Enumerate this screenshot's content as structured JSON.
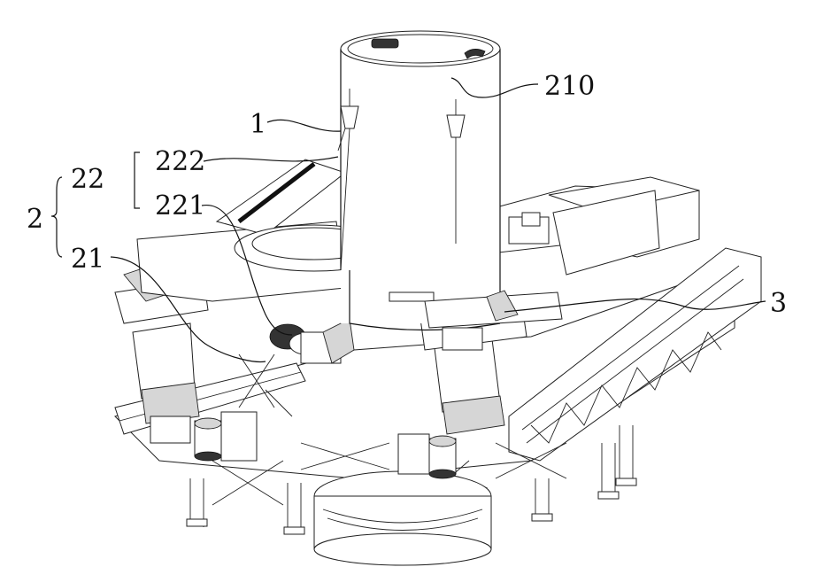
{
  "labels": {
    "l210": "210",
    "l1": "1",
    "l222": "222",
    "l22": "22",
    "l221": "221",
    "l2": "2",
    "l21": "21",
    "l3": "3"
  }
}
